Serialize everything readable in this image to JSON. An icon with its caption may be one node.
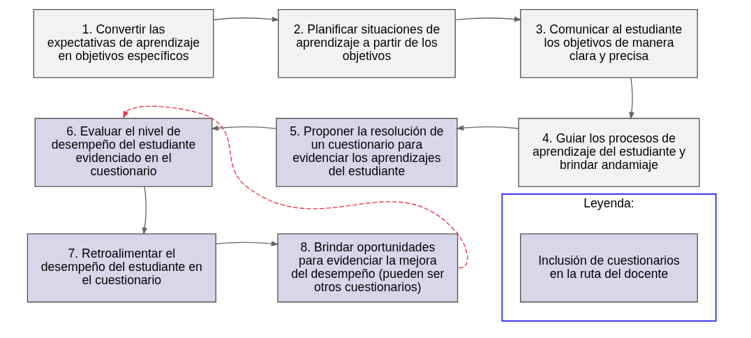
{
  "diagram": {
    "nodes": [
      {
        "text": [
          "1. Convertir las expectativas de aprendizaje en objetivos específicos"
        ]
      },
      {
        "text": [
          "2. Planificar situaciones de aprendizaje a partir de los objetivos"
        ]
      },
      {
        "text": [
          "3. Comunicar al estudiante los objetivos de manera clara y precisa"
        ]
      },
      {
        "text": [
          "4. Guiar los procesos de aprendizaje del estudiante y brindar andamiaje"
        ]
      },
      {
        "text": [
          "5. Proponer la resolución de un cuestionario para evidenciar los aprendizajes del estudiante"
        ]
      },
      {
        "text": [
          "6. Evaluar el nivel de desempeño del estudiante evidenciado en el cuestionario"
        ]
      },
      {
        "text": [
          "7. Retroalimentar el desempeño del estudiante en el cuestionario"
        ]
      },
      {
        "text": [
          "8. Brindar oportunidades para evidenciar la mejora del desempeño (pueden ser otros cuestionarios)"
        ]
      },
      {
        "text": [
          "Leyenda:"
        ]
      },
      {
        "text": [
          "Inclusión de cuestionarios en la ruta del docente"
        ],
        "in": 8
      }
    ],
    "edges": [
      {
        "from": 0,
        "to": 1,
        "arrow": "to"
      },
      {
        "from": 1,
        "to": 2,
        "arrow": "to"
      },
      {
        "from": 2,
        "to": 3,
        "arrow": "to"
      },
      {
        "from": 3,
        "to": 4,
        "arrow": "to"
      },
      {
        "from": 4,
        "to": 5,
        "arrow": "to"
      },
      {
        "from": 5,
        "to": 6,
        "arrow": "to"
      },
      {
        "from": 6,
        "to": 7,
        "arrow": "to"
      },
      {
        "from": 7,
        "to": 5,
        "arrow": "to",
        "style": "dashed",
        "color": "#e8334a"
      }
    ]
  }
}
